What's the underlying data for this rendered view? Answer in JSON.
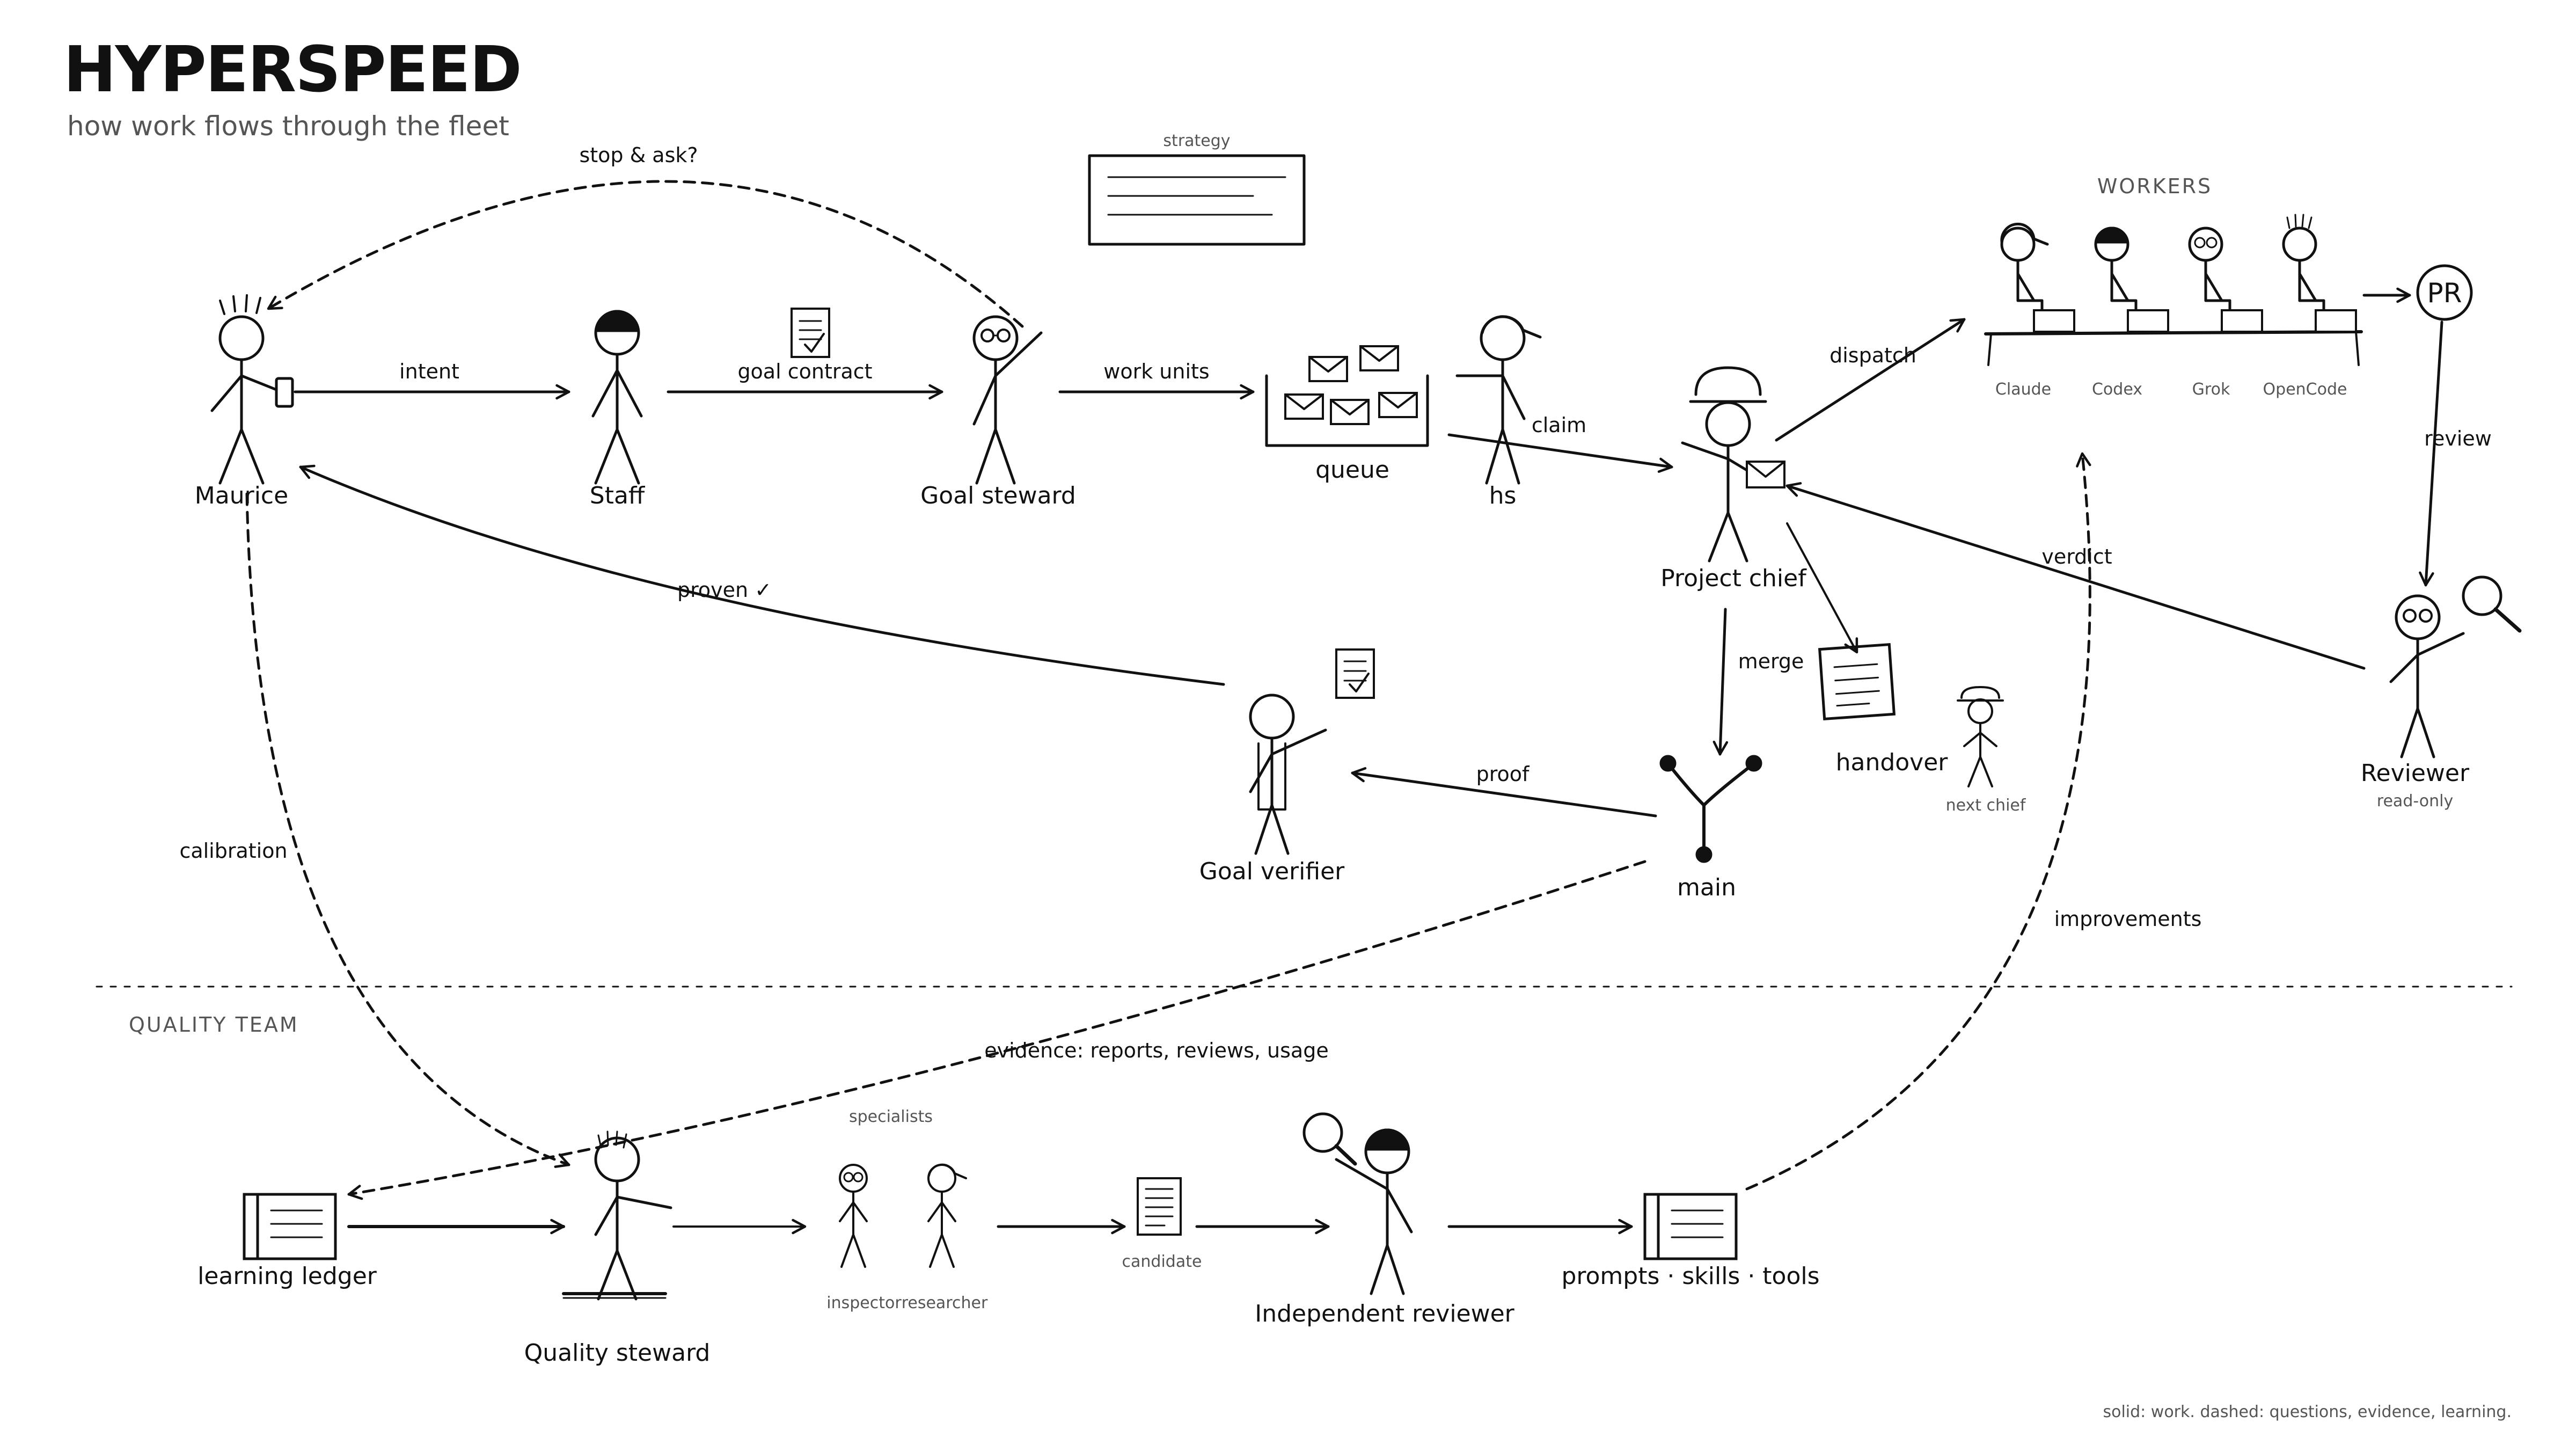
{
  "header": {
    "title": "HYPERSPEED",
    "subtitle": "how work flows through the fleet"
  },
  "nodes": {
    "maurice": "Maurice",
    "staff": "Staff",
    "goal_steward": "Goal steward",
    "queue": "queue",
    "hs": "hs",
    "project_chief": "Project chief",
    "strategy": "strategy",
    "workers_title": "WORKERS",
    "workers": [
      "Claude",
      "Codex",
      "Grok",
      "OpenCode"
    ],
    "pr_badge": "PR",
    "reviewer": "Reviewer",
    "reviewer_note": "read-only",
    "handover": "handover",
    "next_chief": "next chief",
    "main": "main",
    "goal_verifier": "Goal verifier",
    "quality_team": "QUALITY TEAM",
    "learning_ledger": "learning ledger",
    "quality_steward": "Quality steward",
    "specialists_title": "specialists",
    "specialists": [
      "inspector",
      "researcher"
    ],
    "candidate": "candidate",
    "independent_reviewer": "Independent reviewer",
    "prompts_skills_tools": "prompts · skills · tools"
  },
  "edges": {
    "intent": "intent",
    "goal_contract": "goal contract",
    "work_units": "work units",
    "stop_ask": "stop & ask?",
    "claim": "claim",
    "dispatch": "dispatch",
    "review": "review",
    "verdict": "verdict",
    "merge": "merge",
    "proof": "proof",
    "proven": "proven ✓",
    "calibration": "calibration",
    "improvements": "improvements",
    "evidence": "evidence: reports, reviews, usage"
  },
  "legend": "solid: work. dashed: questions, evidence, learning.",
  "colors": {
    "ink": "#111111",
    "muted": "#555555",
    "background": "#ffffff"
  }
}
